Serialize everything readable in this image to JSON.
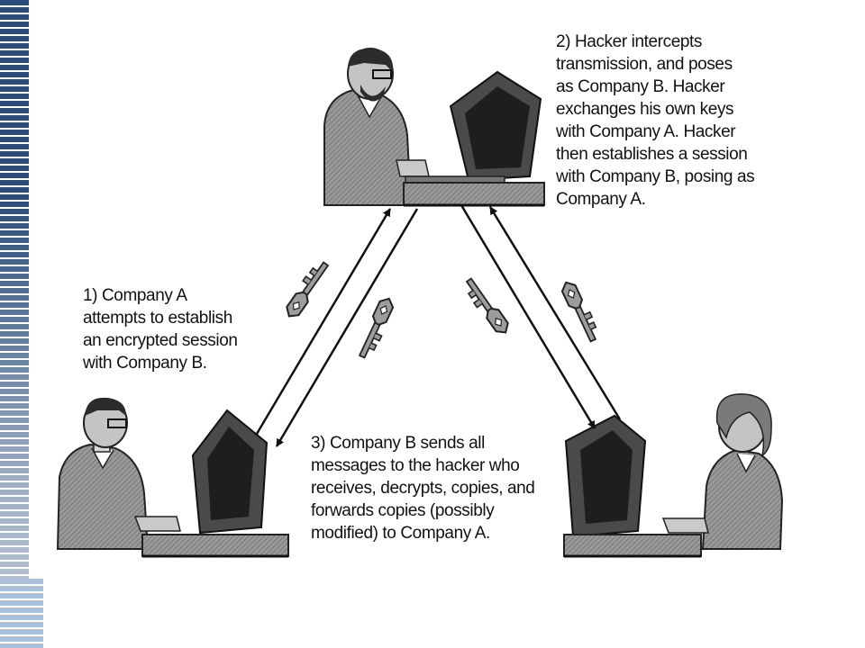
{
  "captions": {
    "step1": "1) Company A\nattempts to establish\nan encrypted session\nwith Company B.",
    "step2": "2) Hacker intercepts\ntransmission, and poses\nas Company B. Hacker\nexchanges his own keys\nwith Company A. Hacker\nthen establishes a session\nwith Company B, posing as\nCompany A.",
    "step3": "3) Company B sends all\nmessages to the hacker who\nreceives, decrypts, copies, and\nforwards copies (possibly\nmodified) to Company A."
  },
  "colors": {
    "slide_stripe": "#2a4d7c",
    "slide_stripe_light": "#a9c0da",
    "figure_gray": "#8a8a8a",
    "figure_dark": "#2b2b2b",
    "arrow": "#111111"
  },
  "icons": [
    "person-icon",
    "computer-monitor-icon",
    "key-icon",
    "arrow-icon"
  ]
}
